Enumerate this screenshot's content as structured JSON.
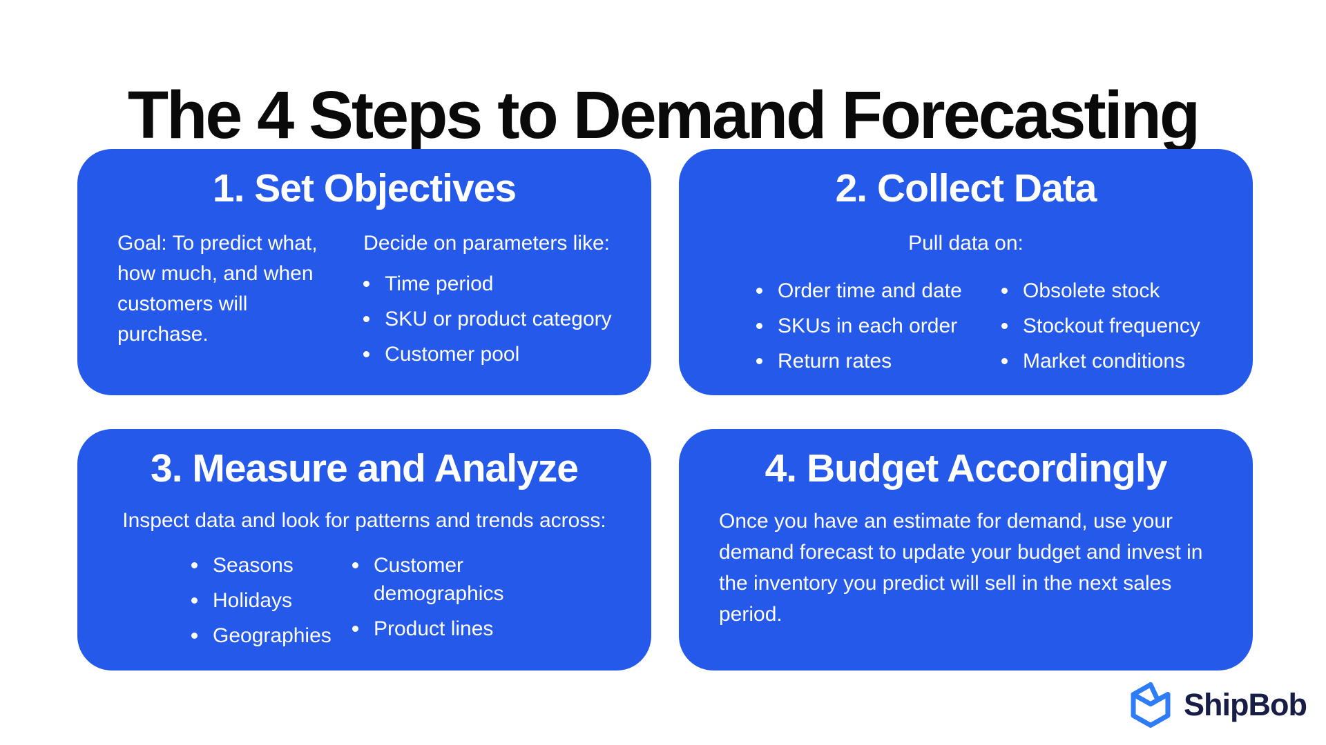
{
  "title": "The 4 Steps to Demand Forecasting",
  "colors": {
    "card_background": "#2559ea",
    "card_text": "#ffffff",
    "title_text": "#0a0a0a",
    "logo_icon_blue": "#2e7cf6",
    "logo_text_navy": "#181d45"
  },
  "cards": [
    {
      "title": "1. Set Objectives",
      "goal_text": "Goal: To predict what, how much, and when customers will purchase.",
      "params_intro": "Decide on parameters like:",
      "params_bullets": [
        "Time period",
        "SKU or product category",
        "Customer pool"
      ]
    },
    {
      "title": "2. Collect Data",
      "intro": "Pull data on:",
      "left_bullets": [
        "Order time and date",
        "SKUs in each order",
        "Return rates"
      ],
      "right_bullets": [
        "Obsolete stock",
        "Stockout frequency",
        "Market conditions"
      ]
    },
    {
      "title": "3. Measure and Analyze",
      "intro": "Inspect data and look for patterns and trends across:",
      "left_bullets": [
        "Seasons",
        "Holidays",
        "Geographies"
      ],
      "right_bullets": [
        "Customer demographics",
        "Product lines"
      ]
    },
    {
      "title": "4. Budget Accordingly",
      "body": "Once you have an estimate for demand, use your demand forecast to update your budget and invest in the inventory you predict will sell in the next sales period."
    }
  ],
  "logo": {
    "brand": "ShipBob"
  }
}
